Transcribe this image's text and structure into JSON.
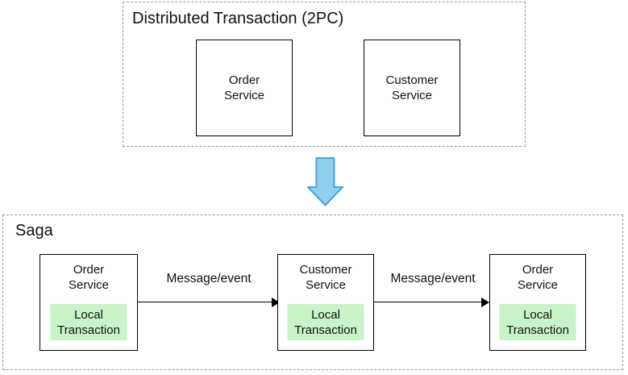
{
  "sections": {
    "two_pc": {
      "title": "Distributed Transaction (2PC)",
      "boxes": [
        {
          "label": "Order\nService"
        },
        {
          "label": "Customer\nService"
        }
      ]
    },
    "saga": {
      "title": "Saga",
      "nodes": [
        {
          "service": "Order\nService",
          "local": "Local\nTransaction"
        },
        {
          "service": "Customer\nService",
          "local": "Local\nTransaction"
        },
        {
          "service": "Order\nService",
          "local": "Local\nTransaction"
        }
      ],
      "arrow_labels": [
        "Message/event",
        "Message/event"
      ]
    }
  },
  "colors": {
    "box_border": "#000000",
    "dash_border": "#999999",
    "green_fill": "#c9f4c9",
    "arrow_fill": "#92cfee",
    "arrow_stroke": "#45a3dc",
    "text_color": "#111111"
  }
}
